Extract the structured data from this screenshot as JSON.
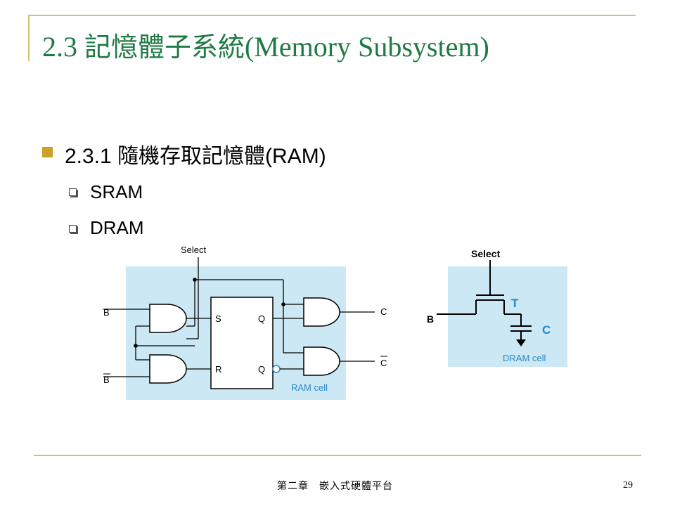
{
  "slide": {
    "title_num": "2.3 ",
    "title_zh": "記憶體子系統",
    "title_en": "(Memory Subsystem)",
    "bullet_heading": "2.3.1 隨機存取記憶體(RAM)",
    "sub_items": [
      "SRAM",
      "DRAM"
    ],
    "footer_text": "第二章　嵌入式硬體平台",
    "page_number": "29"
  },
  "ram_diagram": {
    "select_label": "Select",
    "b_label": "B",
    "b_bar_label": "B",
    "s_label": "S",
    "r_label": "R",
    "q_label": "Q",
    "q_bar_label": "Q",
    "c_label": "C",
    "c_bar_label": "C",
    "cell_caption": "RAM cell"
  },
  "dram_diagram": {
    "select_label": "Select",
    "b_label": "B",
    "t_label": "T",
    "c_label": "C",
    "cell_caption": "DRAM cell"
  },
  "colors": {
    "title": "#1f7a45",
    "accent_gold": "#c9a227",
    "rule": "#d4c26a",
    "diagram_bg": "#cce8f4",
    "diagram_blue": "#2a87c8"
  }
}
